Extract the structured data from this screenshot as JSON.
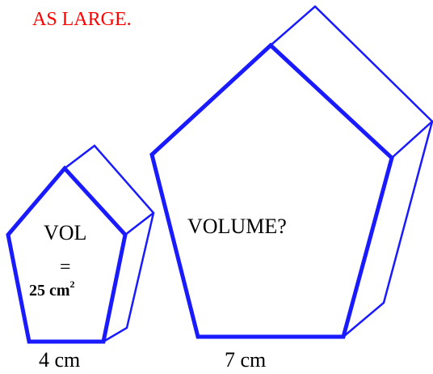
{
  "header": {
    "text": "AS LARGE.",
    "color": "#ff0000"
  },
  "colors": {
    "outline": "#1a1aff",
    "text": "#000000"
  },
  "small_prism": {
    "volume_label": "VOL",
    "equals": "=",
    "volume_value": "25 cm",
    "volume_exponent": "2",
    "side_label": "4 cm"
  },
  "large_prism": {
    "volume_label": "VOLUME?",
    "side_label": "7 cm"
  }
}
